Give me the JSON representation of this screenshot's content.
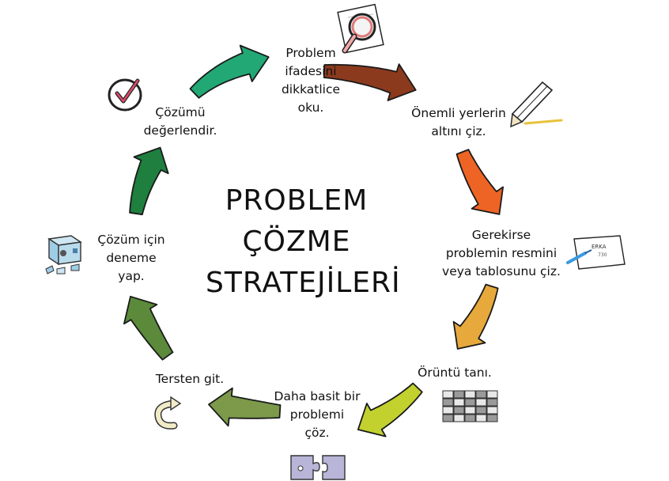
{
  "title": [
    "PROBLEM",
    "ÇÖZME",
    "STRATEJİLERİ"
  ],
  "steps": [
    {
      "lines": [
        "Problem",
        "ifadesini",
        "dikkatlice",
        "oku."
      ],
      "arrow_color": "#8b3a1e",
      "icon": "magnifier-icon"
    },
    {
      "lines": [
        "Önemli yerlerin",
        "altını çiz."
      ],
      "arrow_color": "#ee6424",
      "icon": "pencil-icon"
    },
    {
      "lines": [
        "Gerekirse",
        "problemin resmini",
        "veya tablosunu çiz."
      ],
      "arrow_color": "#e7a93c",
      "icon": "drawing-board-icon"
    },
    {
      "lines": [
        "Örüntü tanı."
      ],
      "arrow_color": "#c2d12e",
      "icon": "pattern-grid-icon"
    },
    {
      "lines": [
        "Daha basit bir",
        "problemi",
        "çöz."
      ],
      "arrow_color": "#7c9a4a",
      "icon": "puzzle-icon"
    },
    {
      "lines": [
        "Tersten git."
      ],
      "arrow_color": "#5b8a3a",
      "icon": "reverse-arrow-icon"
    },
    {
      "lines": [
        "Çözüm için",
        "deneme",
        "yap."
      ],
      "arrow_color": "#1e7f3e",
      "icon": "cube-icon"
    },
    {
      "lines": [
        "Çözümü",
        "değerlendir."
      ],
      "arrow_color": "#22a874",
      "icon": "checkmark-icon"
    }
  ]
}
